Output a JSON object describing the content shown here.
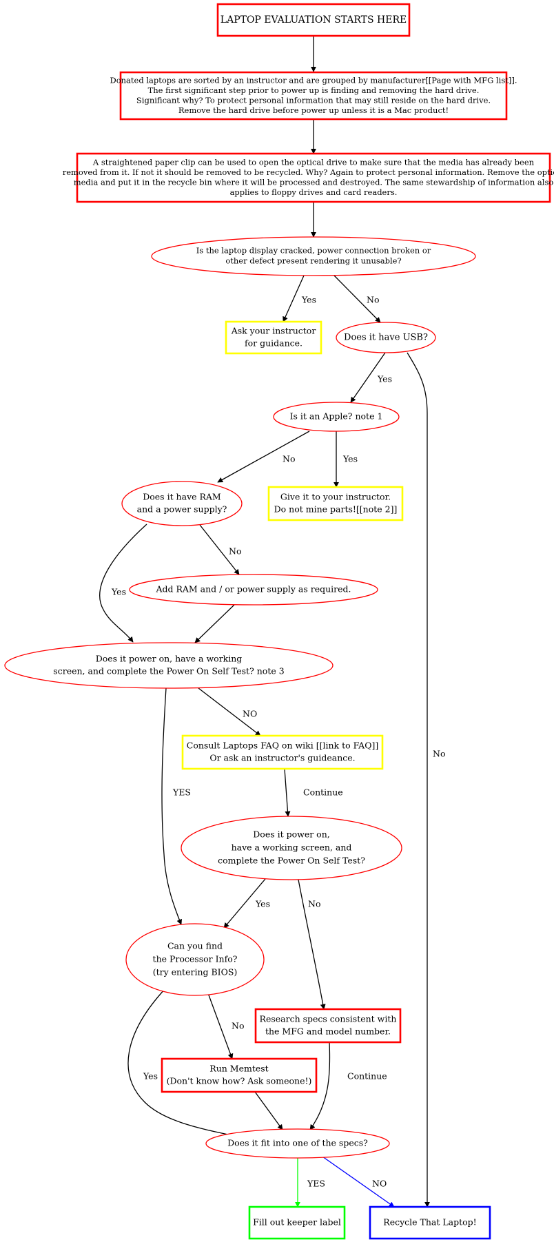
{
  "colors": {
    "red": "#ff0000",
    "yellow": "#ffff00",
    "green": "#00ff00",
    "blue": "#0000ff",
    "black": "#000000"
  },
  "nodes": {
    "start": {
      "shape": "box",
      "color": "red",
      "lines": [
        "LAPTOP EVALUATION STARTS HERE"
      ]
    },
    "sort": {
      "shape": "box",
      "color": "red",
      "lines": [
        "Donated laptops are sorted by an instructor and are grouped by manufacturer[[Page with MFG list]].",
        "The first significant step prior to power up is finding and removing the hard drive.",
        "Significant why? To protect personal information that may still reside on the hard drive.",
        "Remove the hard drive before power up unless it is a Mac product!"
      ]
    },
    "clip": {
      "shape": "box",
      "color": "red",
      "lines": [
        "A straightened paper clip can be used to open the optical drive to make sure  that the media has already been",
        "removed from it. If not it should be removed to be recycled. Why? Again to protect personal information. Remove the optical",
        "media and put it in the recycle bin where it will be processed and destroyed. The same stewardship of information also",
        "applies to floppy drives and card readers."
      ]
    },
    "cracked": {
      "shape": "ellipse",
      "color": "red",
      "lines": [
        "Is the laptop display cracked, power connection broken or",
        "other defect present rendering it unusable?"
      ]
    },
    "ask": {
      "shape": "box",
      "color": "yellow",
      "lines": [
        "Ask your instructor",
        "for guidance."
      ]
    },
    "usb": {
      "shape": "ellipse",
      "color": "red",
      "lines": [
        "Does it have USB?"
      ]
    },
    "apple": {
      "shape": "ellipse",
      "color": "red",
      "lines": [
        "Is it an Apple? note 1"
      ]
    },
    "give": {
      "shape": "box",
      "color": "yellow",
      "lines": [
        "Give it to your instructor.",
        "Do not mine parts![[note 2]]"
      ]
    },
    "ram": {
      "shape": "ellipse",
      "color": "red",
      "lines": [
        "Does it have RAM",
        "and a power supply?"
      ]
    },
    "addram": {
      "shape": "ellipse",
      "color": "red",
      "lines": [
        "Add RAM and / or power supply as required."
      ]
    },
    "post1": {
      "shape": "ellipse",
      "color": "red",
      "lines": [
        "Does it power on, have a working",
        "screen, and complete the Power On Self Test? note 3"
      ]
    },
    "faq": {
      "shape": "box",
      "color": "yellow",
      "lines": [
        "Consult Laptops FAQ on wiki [[link to FAQ]]",
        "Or ask an instructor's guideance."
      ]
    },
    "post2": {
      "shape": "ellipse",
      "color": "red",
      "lines": [
        "Does it power on,",
        "have a working screen, and",
        "complete the Power On Self Test?"
      ]
    },
    "proc": {
      "shape": "ellipse",
      "color": "red",
      "lines": [
        "Can you find",
        "the Processor Info?",
        "(try entering BIOS)"
      ]
    },
    "research": {
      "shape": "box",
      "color": "red",
      "lines": [
        "Research specs consistent with",
        "the MFG and model number."
      ]
    },
    "memtest": {
      "shape": "box",
      "color": "red",
      "lines": [
        "Run Memtest",
        "(Don't know how?  Ask someone!)"
      ]
    },
    "fit": {
      "shape": "ellipse",
      "color": "red",
      "lines": [
        "Does it fit into one of the specs?"
      ]
    },
    "keeper": {
      "shape": "box",
      "color": "green",
      "lines": [
        "Fill out keeper label"
      ]
    },
    "recycle": {
      "shape": "box",
      "color": "blue",
      "lines": [
        "Recycle That Laptop!"
      ]
    }
  },
  "edges": [
    {
      "id": "start-sort",
      "from": "start",
      "to": "sort",
      "label": "",
      "color": "black"
    },
    {
      "id": "sort-clip",
      "from": "sort",
      "to": "clip",
      "label": "",
      "color": "black"
    },
    {
      "id": "clip-cracked",
      "from": "clip",
      "to": "cracked",
      "label": "",
      "color": "black"
    },
    {
      "id": "cracked-ask",
      "from": "cracked",
      "to": "ask",
      "label": "Yes",
      "color": "black"
    },
    {
      "id": "cracked-usb",
      "from": "cracked",
      "to": "usb",
      "label": "No",
      "color": "black"
    },
    {
      "id": "usb-apple",
      "from": "usb",
      "to": "apple",
      "label": "Yes",
      "color": "black"
    },
    {
      "id": "usb-recycle",
      "from": "usb",
      "to": "recycle",
      "label": "No",
      "color": "black"
    },
    {
      "id": "apple-ram",
      "from": "apple",
      "to": "ram",
      "label": "No",
      "color": "black"
    },
    {
      "id": "apple-give",
      "from": "apple",
      "to": "give",
      "label": "Yes",
      "color": "black"
    },
    {
      "id": "ram-post1",
      "from": "ram",
      "to": "post1",
      "label": "Yes",
      "color": "black"
    },
    {
      "id": "ram-addram",
      "from": "ram",
      "to": "addram",
      "label": "No",
      "color": "black"
    },
    {
      "id": "addram-post1",
      "from": "addram",
      "to": "post1",
      "label": "",
      "color": "black"
    },
    {
      "id": "post1-faq",
      "from": "post1",
      "to": "faq",
      "label": "NO",
      "color": "black"
    },
    {
      "id": "post1-proc",
      "from": "post1",
      "to": "proc",
      "label": "YES",
      "color": "black"
    },
    {
      "id": "faq-post2",
      "from": "faq",
      "to": "post2",
      "label": "Continue",
      "color": "black"
    },
    {
      "id": "post2-proc",
      "from": "post2",
      "to": "proc",
      "label": "Yes",
      "color": "black"
    },
    {
      "id": "post2-research",
      "from": "post2",
      "to": "research",
      "label": "No",
      "color": "black"
    },
    {
      "id": "proc-memtest",
      "from": "proc",
      "to": "memtest",
      "label": "No",
      "color": "black"
    },
    {
      "id": "proc-fit",
      "from": "proc",
      "to": "fit",
      "label": "Yes",
      "color": "black"
    },
    {
      "id": "research-fit",
      "from": "research",
      "to": "fit",
      "label": "Continue",
      "color": "black"
    },
    {
      "id": "memtest-fit",
      "from": "memtest",
      "to": "fit",
      "label": "",
      "color": "black"
    },
    {
      "id": "fit-keeper",
      "from": "fit",
      "to": "keeper",
      "label": "YES",
      "color": "green"
    },
    {
      "id": "fit-recycle",
      "from": "fit",
      "to": "recycle",
      "label": "NO",
      "color": "blue"
    }
  ]
}
